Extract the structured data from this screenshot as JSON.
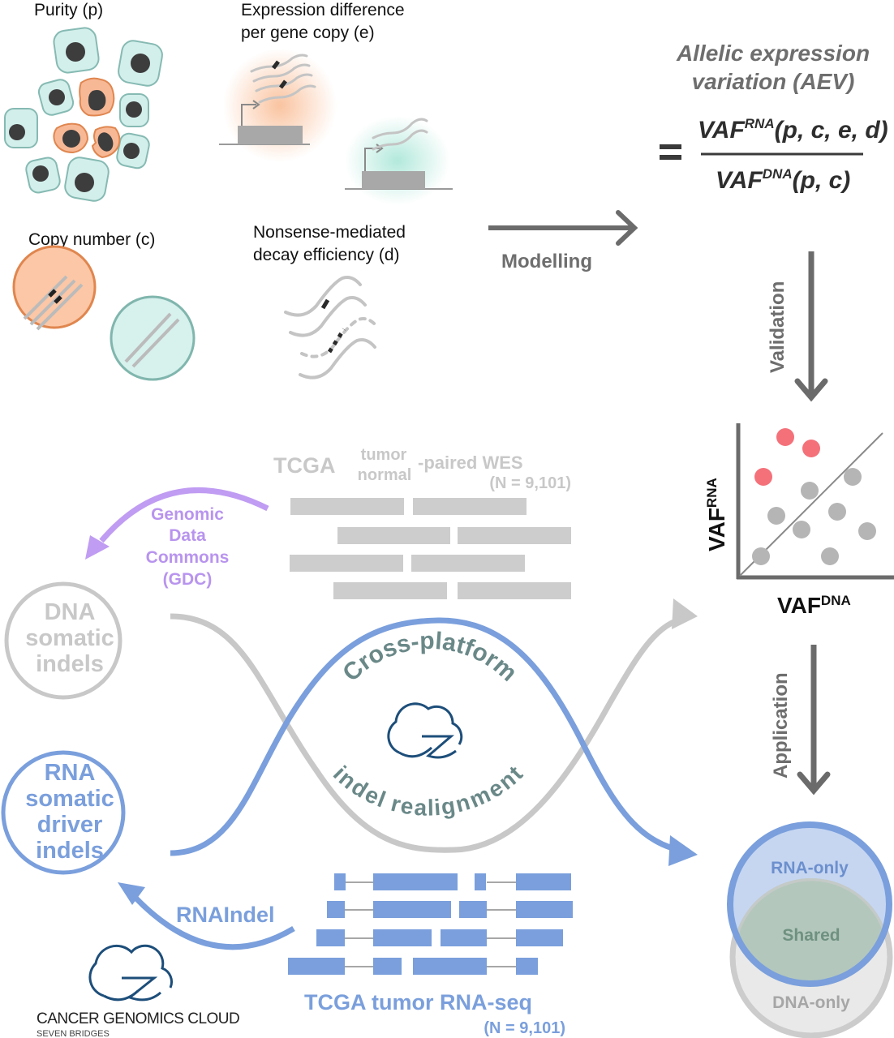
{
  "factors": {
    "purity": "Purity (p)",
    "expression_line1": "Expression difference",
    "expression_line2": "per gene copy (e)",
    "copy_number": "Copy number (c)",
    "nmd_line1": "Nonsense-mediated",
    "nmd_line2": "decay efficiency (d)"
  },
  "modelling": {
    "label": "Modelling"
  },
  "aev": {
    "title_line1": "Allelic expression",
    "title_line2": "variation (AEV)",
    "equals": "=",
    "numerator_base": "VAF",
    "numerator_sup": "RNA",
    "numerator_args": "(p, c, e, d)",
    "denominator_base": "VAF",
    "denominator_sup": "DNA",
    "denominator_args": "(p, c)"
  },
  "validation": {
    "label": "Validation"
  },
  "scatter": {
    "ylabel_base": "VAF",
    "ylabel_sup": "RNA",
    "xlabel_base": "VAF",
    "xlabel_sup": "DNA",
    "colors": {
      "outlier": "#f4717a",
      "normal": "#b5b5b5"
    }
  },
  "application": {
    "label": "Application"
  },
  "venn": {
    "rna_only": "RNA-only",
    "shared": "Shared",
    "dna_only": "DNA-only"
  },
  "wes": {
    "prefix": "TCGA",
    "sup": "tumor",
    "sub": "normal",
    "suffix": "-paired WES",
    "n": "(N = 9,101)"
  },
  "gdc": {
    "line1": "Genomic",
    "line2": "Data",
    "line3": "Commons",
    "line4": "(GDC)"
  },
  "dna_indels": {
    "line1": "DNA",
    "line2": "somatic",
    "line3": "indels"
  },
  "rna_indels": {
    "line1": "RNA",
    "line2": "somatic",
    "line3": "driver",
    "line4": "indels"
  },
  "center": {
    "line1": "Cross-platform",
    "line2": "indel realignment"
  },
  "rnaindel": {
    "label": "RNAIndel"
  },
  "rnaseq": {
    "label": "TCGA tumor RNA-seq",
    "n": "(N = 9,101)"
  },
  "cgc_logo": {
    "name": "CANCER GENOMICS CLOUD",
    "sub": "SEVEN BRIDGES"
  },
  "colors": {
    "dna_gray": "#c8c8c8",
    "rna_blue": "#7a9fdc",
    "gdc_purple": "#c09cf2",
    "arrow_gray": "#6b6b6b",
    "cloud_navy": "#1d4e7a"
  }
}
